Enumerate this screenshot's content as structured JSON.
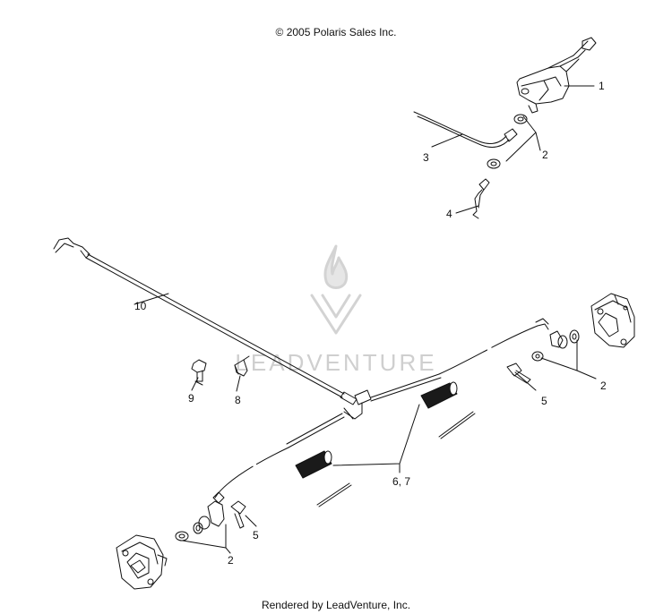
{
  "header": {
    "copyright": "© 2005 Polaris Sales Inc."
  },
  "footer": {
    "rendered_by": "Rendered by LeadVenture, Inc."
  },
  "watermark": {
    "text": "LEADVENTURE"
  },
  "callouts": [
    {
      "id": "c1",
      "label": "1"
    },
    {
      "id": "c2a",
      "label": "2"
    },
    {
      "id": "c3",
      "label": "3"
    },
    {
      "id": "c4",
      "label": "4"
    },
    {
      "id": "c10",
      "label": "10"
    },
    {
      "id": "c9",
      "label": "9"
    },
    {
      "id": "c8",
      "label": "8"
    },
    {
      "id": "c2b",
      "label": "2"
    },
    {
      "id": "c5a",
      "label": "5"
    },
    {
      "id": "c67",
      "label": "6, 7"
    },
    {
      "id": "c5b",
      "label": "5"
    },
    {
      "id": "c2c",
      "label": "2"
    }
  ],
  "colors": {
    "line": "#111111",
    "watermark": "#cfcfcf",
    "background": "#ffffff"
  }
}
